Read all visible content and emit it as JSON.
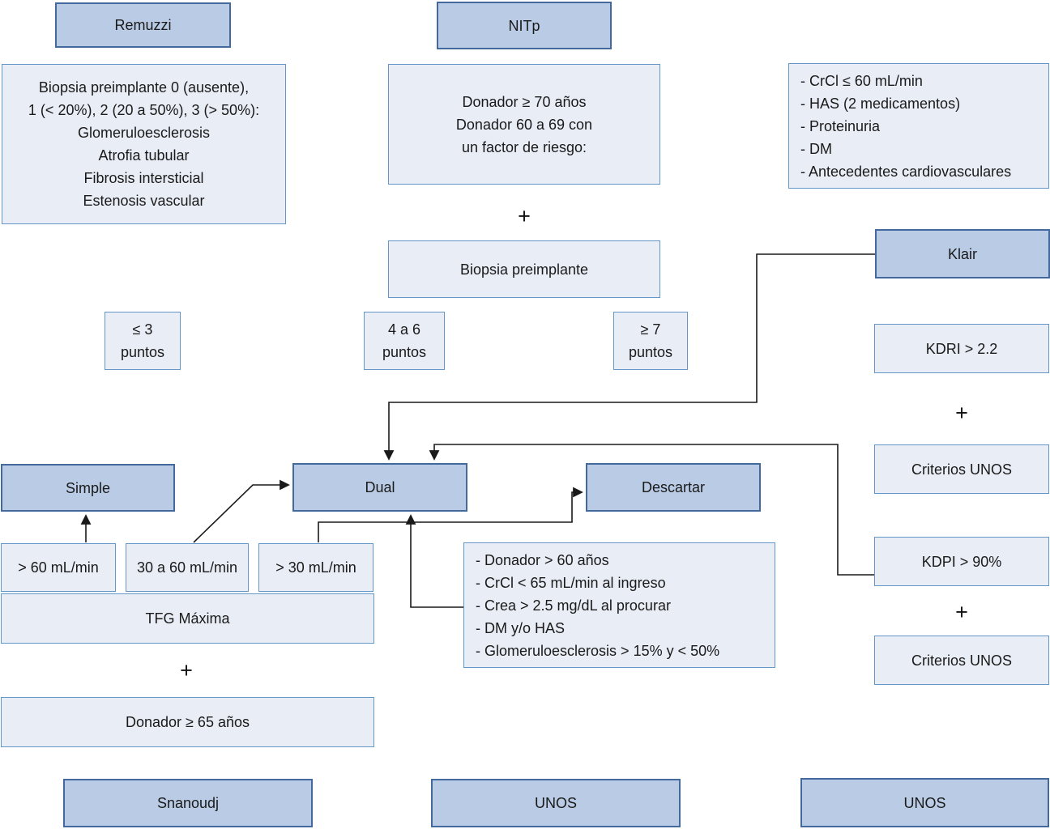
{
  "boxes": {
    "remuzzi": {
      "label": "Remuzzi"
    },
    "remuzzi_criteria": {
      "lines": [
        "Biopsia preimplante 0 (ausente),",
        "1 (< 20%), 2 (20 a 50%), 3 (> 50%):",
        "Glomeruloesclerosis",
        "Atrofia tubular",
        "Fibrosis intersticial",
        "Estenosis vascular"
      ]
    },
    "nitp": {
      "label": "NITp"
    },
    "nitp_donor": {
      "lines": [
        "Donador ≥ 70 años",
        "Donador 60 a 69 con",
        "un factor de riesgo:"
      ]
    },
    "biopsia_preimplante": {
      "label": "Biopsia preimplante"
    },
    "klair_criteria": {
      "lines": [
        "- CrCl ≤ 60 mL/min",
        "- HAS (2 medicamentos)",
        "- Proteinuria",
        "- DM",
        "- Antecedentes cardiovasculares"
      ]
    },
    "klair": {
      "label": "Klair"
    },
    "kdri": {
      "label": "KDRI > 2.2"
    },
    "criterios_unos_1": {
      "label": "Criterios UNOS"
    },
    "kdpi": {
      "label": "KDPI > 90%"
    },
    "criterios_unos_2": {
      "label": "Criterios UNOS"
    },
    "puntos_le3": {
      "lines": [
        "≤ 3",
        "puntos"
      ]
    },
    "puntos_4a6": {
      "lines": [
        "4 a 6",
        "puntos"
      ]
    },
    "puntos_ge7": {
      "lines": [
        "≥ 7",
        "puntos"
      ]
    },
    "simple": {
      "label": "Simple"
    },
    "dual": {
      "label": "Dual"
    },
    "descartar": {
      "label": "Descartar"
    },
    "gt60": {
      "label": "> 60 mL/min"
    },
    "r30a60": {
      "label": "30 a 60 mL/min"
    },
    "gt30": {
      "label": "> 30 mL/min"
    },
    "tfg": {
      "label": "TFG Máxima"
    },
    "donador65": {
      "label": "Donador ≥ 65 años"
    },
    "dual_criteria": {
      "lines": [
        "- Donador > 60 años",
        "- CrCl < 65 mL/min al ingreso",
        "- Crea > 2.5 mg/dL al procurar",
        "- DM y/o HAS",
        "- Glomeruloesclerosis > 15% y < 50%"
      ]
    },
    "snanoudj": {
      "label": "Snanoudj"
    },
    "unos_mid": {
      "label": "UNOS"
    },
    "unos_right": {
      "label": "UNOS"
    }
  },
  "operators": {
    "plus": "+"
  },
  "colors": {
    "header_fill": "#b9cbe5",
    "header_border": "#44699c",
    "info_fill": "#e9edf6",
    "info_border": "#6497c8",
    "line": "#1a1a1a"
  }
}
